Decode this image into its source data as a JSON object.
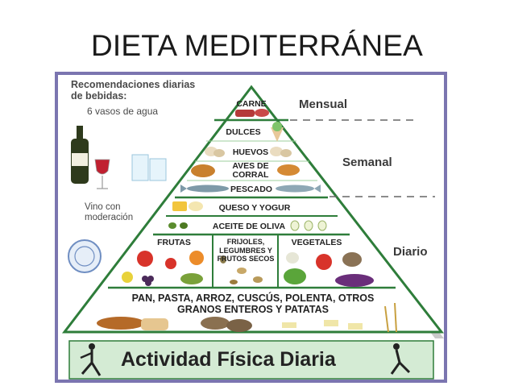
{
  "title": "DIETA MEDITERRÁNEA",
  "drinks": {
    "heading": "Recomendaciones diarias de bebidas:",
    "water": "6 vasos de agua",
    "wine": "Vino con moderación"
  },
  "frequency": {
    "monthly": "Mensual",
    "weekly": "Semanal",
    "daily": "Diario"
  },
  "levels": {
    "meat": "CARNE",
    "sweets": "DULCES",
    "eggs": "HUEVOS",
    "poultry": "AVES DE CORRAL",
    "fish": "PESCADO",
    "dairy": "QUESO Y YOGUR",
    "olive_oil": "ACEITE DE OLIVA",
    "fruits": "FRUTAS",
    "legumes": "FRIJOLES, LEGUMBRES Y FRUTOS SECOS",
    "vegetables": "VEGETALES",
    "base_line1": "PAN, PASTA, ARROZ, CUSCÚS, POLENTA, OTROS",
    "base_line2": "GRANOS ENTEROS Y PATATAS"
  },
  "activity": "Actividad Física Diaria",
  "colors": {
    "frame": "#7b75b0",
    "pyramid_border": "#2e7d3a",
    "text": "#222222"
  }
}
